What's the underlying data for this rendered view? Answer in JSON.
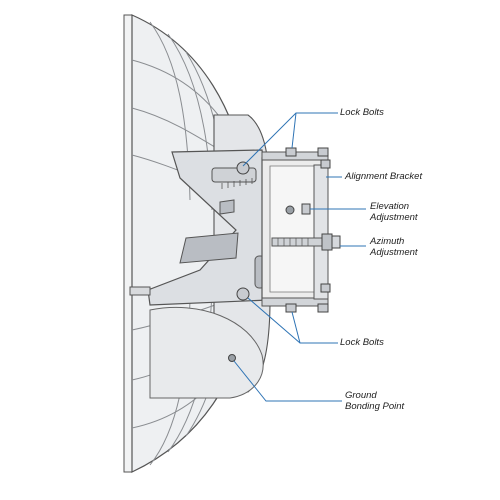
{
  "callouts": {
    "lock_bolts_top": "Lock Bolts",
    "alignment_bracket": "Alignment Bracket",
    "elevation_adjustment": [
      "Elevation",
      "Adjustment"
    ],
    "azimuth_adjustment": [
      "Azimuth",
      "Adjustment"
    ],
    "lock_bolts_bottom": "Lock Bolts",
    "ground_bonding_point": [
      "Ground",
      "Bonding Point"
    ]
  },
  "colors": {
    "leader_line": "#2f74b5",
    "outline": "#555555",
    "dish_fill": "#eef0f2",
    "plate_fill": "#dcdfe3",
    "bracket_fill": "#ececec"
  }
}
